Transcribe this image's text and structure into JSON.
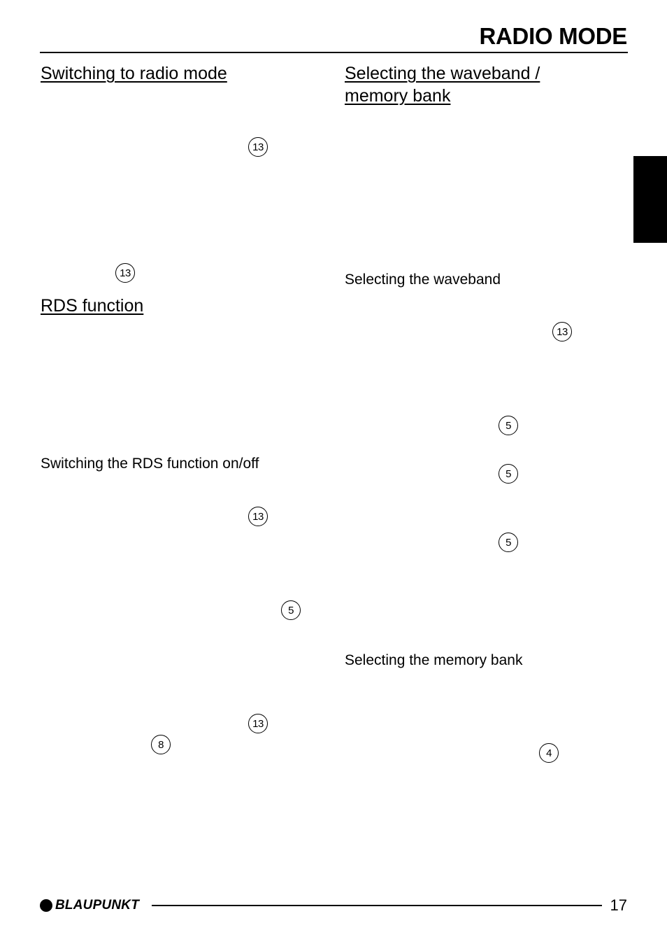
{
  "header": {
    "title": "RADIO MODE"
  },
  "left_column": {
    "switching_heading": "Switching to radio mode",
    "rds_heading": "RDS function",
    "rds_onoff_heading": "Switching the RDS function on/off"
  },
  "right_column": {
    "waveband_memory_heading_line1": "Selecting the waveband /",
    "waveband_memory_heading_line2": "memory bank",
    "waveband_heading": "Selecting the waveband",
    "memory_bank_heading": "Selecting the memory bank"
  },
  "callouts": {
    "c1": "13",
    "c2": "13",
    "c3": "13",
    "c4": "5",
    "c5": "13",
    "c6": "8",
    "c7": "13",
    "c8": "5",
    "c9": "5",
    "c10": "5",
    "c11": "4"
  },
  "footer": {
    "brand": "BLAUPUNKT",
    "page_number": "17"
  }
}
